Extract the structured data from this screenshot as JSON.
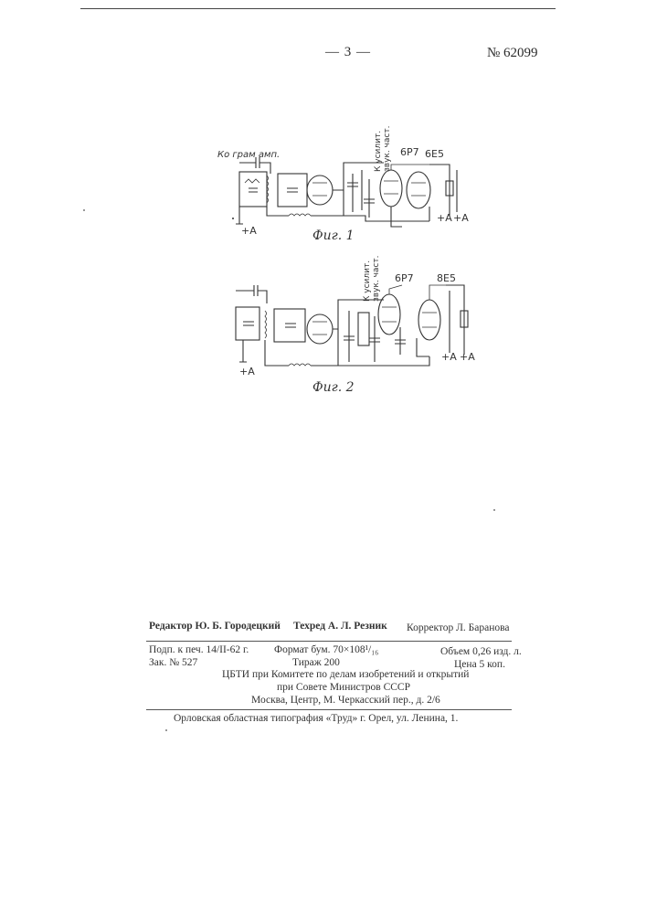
{
  "header": {
    "page_number": "— 3 —",
    "patent_number": "№ 62099"
  },
  "figure1": {
    "caption": "Фиг. 1",
    "labels": {
      "input": "Ко грам амп.",
      "tube_a": "6Р7",
      "tube_b": "6Е5",
      "side_a": "К усилит.",
      "side_b": "звук. част.",
      "plus_a1": "+А",
      "plus_a2": "+А",
      "plus_a3": "+А"
    }
  },
  "figure2": {
    "caption": "Фиг. 2",
    "labels": {
      "tube_a": "6Р7",
      "tube_b": "8Е5",
      "side_a": "К усилит.",
      "side_b": "звук. част.",
      "plus_a1": "+А",
      "plus_a2": "+А",
      "plus_a3": "+А"
    }
  },
  "imprint": {
    "editor": "Редактор Ю. Б. Городецкий",
    "techred": "Техред А. Л. Резник",
    "corrector": "Корректор Л. Баранова",
    "signed": "Подп. к печ. 14/II-62 г.",
    "format": "Формат бум. 70×108¹/₁₆",
    "volume": "Объем 0,26 изд. л.",
    "order": "Зак. № 527",
    "run": "Тираж 200",
    "price": "Цена 5 коп.",
    "org_line1": "ЦБТИ при Комитете по делам изобретений и открытий",
    "org_line2": "при Совете Министров СССР",
    "org_line3": "Москва, Центр, М. Черкасский пер., д. 2/6",
    "printer": "Орловская областная типография «Труд» г. Орел, ул. Ленина, 1."
  }
}
